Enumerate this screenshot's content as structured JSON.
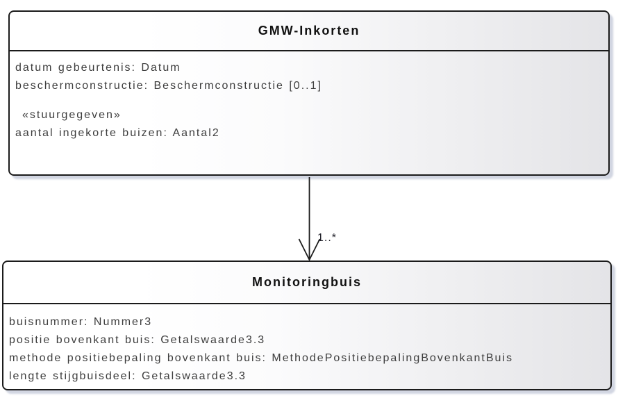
{
  "page": {
    "background": "#ffffff"
  },
  "diagram": {
    "type": "uml-class-diagram",
    "classes": [
      {
        "name": "GMW-Inkorten",
        "attributes": [
          "datum gebeurtenis: Datum",
          "beschermconstructie: Beschermconstructie [0..1]"
        ],
        "stereotype_group": {
          "label": "«stuurgegeven»",
          "attributes": [
            "aantal ingekorte buizen: Aantal2"
          ]
        }
      },
      {
        "name": "Monitoringbuis",
        "attributes": [
          "buisnummer: Nummer3",
          "positie bovenkant buis: Getalswaarde3.3",
          "methode positiebepaling bovenkant buis: MethodePositiebepalingBovenkantBuis",
          "lengte stijgbuisdeel: Getalswaarde3.3"
        ]
      }
    ],
    "association": {
      "from": "GMW-Inkorten",
      "to": "Monitoringbuis",
      "target_multiplicity": "1..*",
      "arrow_style": "open-arrowhead"
    },
    "colors": {
      "box_border": "#1b1b1b",
      "box_fill_left": "#ffffff",
      "box_fill_right": "#e4e4e7",
      "box_shadow": "#bac0d2",
      "title_text": "#111111",
      "attribute_text": "#3d3d3d",
      "connector": "#1b1b1b"
    }
  }
}
